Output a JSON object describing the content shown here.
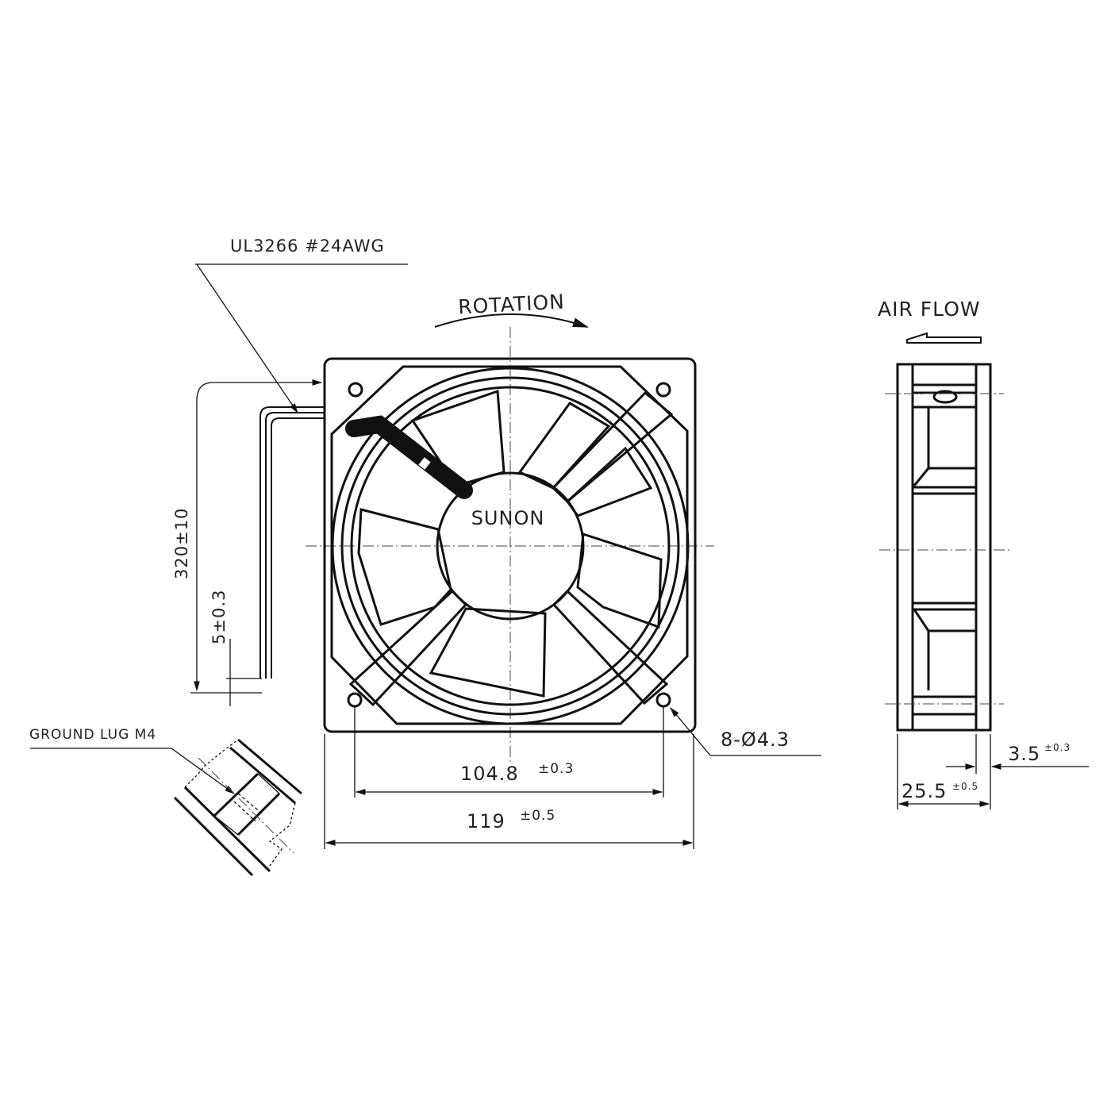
{
  "labels": {
    "wire_spec": "UL3266  #24AWG",
    "rotation": "ROTATION",
    "brand": "SUNON",
    "air_flow": "AIR FLOW",
    "lead_length": "320±10",
    "strip_length": "5±0.3",
    "hole_pitch": "104.8",
    "hole_pitch_tol": "±0.3",
    "frame_width": "119",
    "frame_width_tol": "±0.5",
    "mount_holes": "8-Ø4.3",
    "flange": "3.5",
    "flange_tol": "±0.3",
    "depth": "25.5",
    "depth_tol": "±0.5",
    "ground_lug": "GROUND  LUG  M4"
  }
}
